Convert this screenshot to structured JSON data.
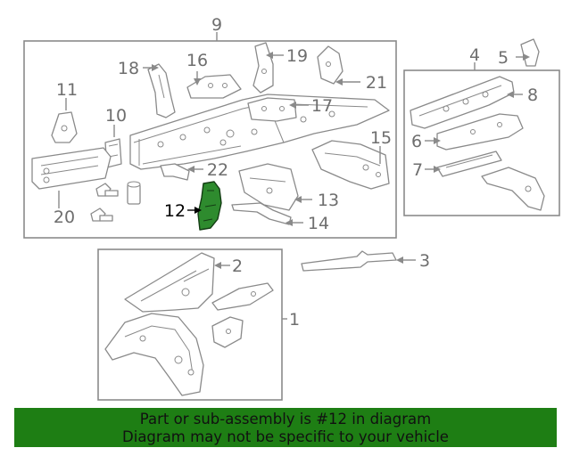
{
  "callouts": [
    "1",
    "2",
    "3",
    "4",
    "5",
    "6",
    "7",
    "8",
    "9",
    "10",
    "11",
    "12",
    "13",
    "14",
    "15",
    "16",
    "17",
    "18",
    "19",
    "20",
    "21",
    "22"
  ],
  "highlighted_callout": "12",
  "highlight_color": "#2e8b2e",
  "banner": {
    "line1": "Part or sub-assembly is #12 in diagram",
    "line2": "Diagram may not be specific to your vehicle",
    "background": "#1e7e14"
  }
}
